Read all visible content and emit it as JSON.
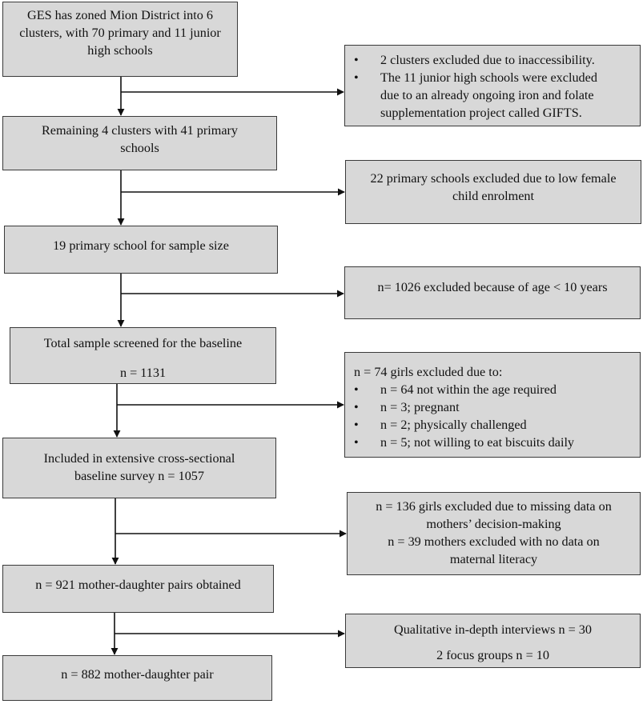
{
  "flow": {
    "main": [
      {
        "lines": [
          "GES has zoned Mion District into 6",
          "clusters, with 70 primary and 11 junior",
          "high schools"
        ]
      },
      {
        "lines": [
          "Remaining 4 clusters with 41 primary",
          "schools"
        ]
      },
      {
        "lines": [
          "19 primary school for sample size"
        ]
      },
      {
        "lines": [
          "Total sample screened for the baseline",
          "n = 1131"
        ]
      },
      {
        "lines": [
          "Included in extensive cross-sectional",
          "baseline survey n = 1057"
        ]
      },
      {
        "lines": [
          "n = 921 mother-daughter pairs obtained"
        ]
      },
      {
        "lines": [
          "n = 882 mother-daughter pair"
        ]
      }
    ],
    "side": [
      {
        "bullets": [
          [
            "2 clusters excluded due to inaccessibility."
          ],
          [
            "The 11 junior high schools were excluded",
            "due to an already ongoing iron and folate",
            "supplementation project called GIFTS."
          ]
        ]
      },
      {
        "lines": [
          "22 primary schools excluded due to low female",
          "child enrolment"
        ]
      },
      {
        "lines": [
          "n= 1026 excluded because of age < 10 years"
        ]
      },
      {
        "heading": "n = 74 girls excluded due to:",
        "bullets": [
          [
            "n = 64 not within the age required"
          ],
          [
            "n = 3; pregnant"
          ],
          [
            "n = 2; physically challenged"
          ],
          [
            "n = 5; not willing to eat biscuits daily"
          ]
        ]
      },
      {
        "lines": [
          "n = 136 girls excluded due to missing data on",
          "mothers’ decision-making",
          "n = 39 mothers excluded with no data on",
          "maternal literacy"
        ]
      },
      {
        "lines": [
          "Qualitative in-depth interviews n = 30",
          "2 focus groups n = 10"
        ]
      }
    ],
    "bullet_symbol": "•"
  }
}
